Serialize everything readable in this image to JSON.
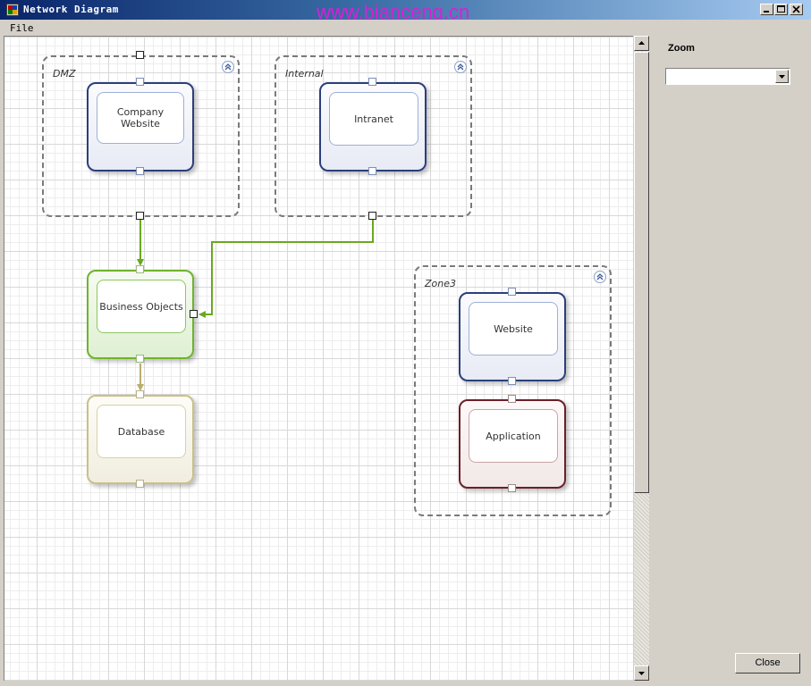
{
  "window": {
    "title": "Network Diagram",
    "watermark": "www.bianceng.cn"
  },
  "menu": {
    "file_label": "File"
  },
  "colors": {
    "title_gradient_start": "#0a246a",
    "connector_green": "#6aa820",
    "connector_tan": "#b9ae6e",
    "node_blue": "#2b3f7c",
    "node_green": "#6fb32d",
    "node_tan": "#c9c08a",
    "node_maroon": "#6b1f27",
    "watermark": "#d91fd9"
  },
  "groups": [
    {
      "label": "DMZ",
      "icon": "collapse-chevron-icon"
    },
    {
      "label": "Internal",
      "icon": "collapse-chevron-icon"
    },
    {
      "label": "Zone3",
      "icon": "collapse-chevron-icon"
    }
  ],
  "nodes": {
    "company_website": "Company Website",
    "intranet": "Intranet",
    "business_objects": "Business Objects",
    "database": "Database",
    "website": "Website",
    "application": "Application"
  },
  "side_panel": {
    "zoom_label": "Zoom",
    "zoom_value": "",
    "close_label": "Close"
  }
}
